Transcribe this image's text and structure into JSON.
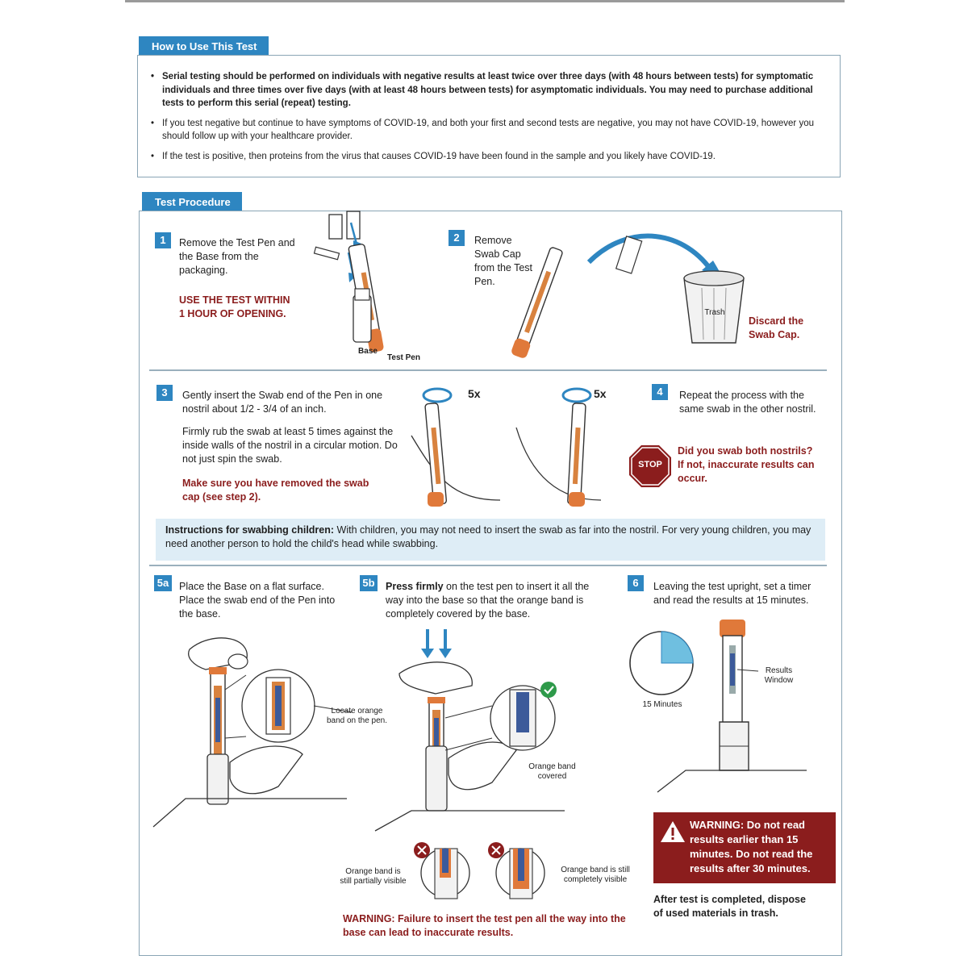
{
  "how_to": {
    "tab_label": "How to Use This Test",
    "bullets": [
      "Serial testing should be performed on individuals with negative results at least twice over three days (with 48 hours between tests) for symptomatic individuals and three times over five days (with at least 48 hours between tests) for asymptomatic individuals. You may need to purchase additional tests to perform this serial (repeat) testing.",
      "If you test negative but continue to have symptoms of COVID-19, and both your first and second tests are negative, you may not have COVID-19, however you should follow up with your healthcare provider.",
      "If the test is positive, then proteins from the virus that causes COVID-19 have been found in the sample and you likely have COVID-19."
    ]
  },
  "procedure": {
    "tab_label": "Test Procedure",
    "step1": {
      "num": "1",
      "text": "Remove the Test Pen and the Base from the packaging.",
      "warning": "USE THE TEST WITHIN 1 HOUR OF OPENING.",
      "label_base": "Base",
      "label_pen": "Test Pen"
    },
    "step2": {
      "num": "2",
      "text": "Remove Swab Cap from the Test Pen.",
      "trash_label": "Trash",
      "discard": "Discard the Swab Cap."
    },
    "step3": {
      "num": "3",
      "text1": "Gently insert the Swab end of the Pen in one nostril about 1/2 - 3/4 of an inch.",
      "text2": "Firmly rub the swab at least 5 times against the inside walls of the nostril in a circular motion. Do not just spin the swab.",
      "warning": "Make sure you have removed the swab cap (see step 2).",
      "count_left": "5x",
      "count_right": "5x"
    },
    "step4": {
      "num": "4",
      "text": "Repeat the process with the same swab in the other nostril.",
      "stop_sign": "STOP",
      "warning": "Did you swab both nostrils? If not, inaccurate results can occur."
    },
    "children": {
      "label": "Instructions for swabbing children:",
      "text": "With children, you may not need to insert the swab as far into the nostril. For very young children, you may need another person to hold the child's head while swabbing."
    },
    "step5a": {
      "num": "5a",
      "text": "Place the Base on a flat surface. Place the swab end of the Pen into the base.",
      "callout": "Locate orange band on the pen."
    },
    "step5b": {
      "num": "5b",
      "text_bold": "Press firmly",
      "text_rest": " on the test pen to insert it all the way into the base so that the orange band is completely covered by the base.",
      "callout_ok": "Orange band covered",
      "callout_partial": "Orange band is still partially visible",
      "callout_visible": "Orange band is still completely visible",
      "warning": "WARNING: Failure to insert the test pen all the way into the base can lead to inaccurate results."
    },
    "step6": {
      "num": "6",
      "text": "Leaving the test upright, set a timer and read the results at 15 minutes.",
      "timer_label": "15 Minutes",
      "timer_fraction": 0.25,
      "window_label": "Results Window",
      "warning": "WARNING: Do not read results earlier than 15 minutes. Do not read the results after 30 minutes.",
      "after": "After test is completed, dispose of used materials in trash."
    }
  },
  "colors": {
    "accent_blue": "#2e86c1",
    "warning_red": "#8b1d1d",
    "swab_orange": "#e0793a",
    "light_blue": "#deedf6"
  }
}
